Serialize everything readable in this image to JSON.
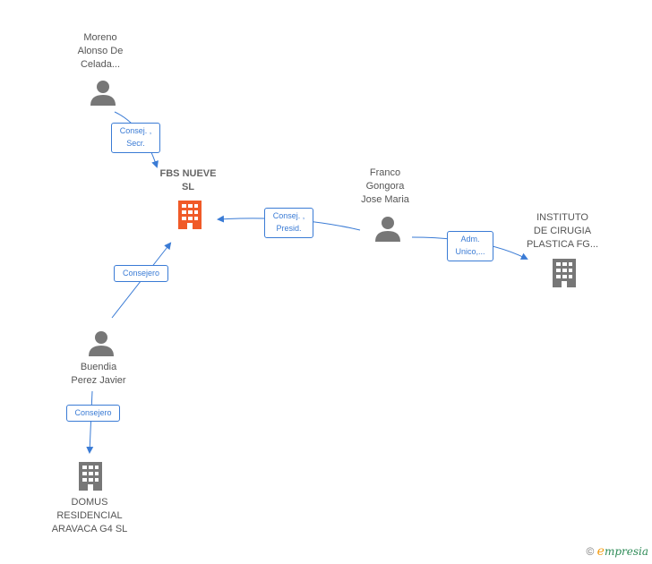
{
  "nodes": {
    "moreno": {
      "label": "Moreno\nAlonso De\nCelada..."
    },
    "fbs": {
      "label": "FBS NUEVE\nSL"
    },
    "franco": {
      "label": "Franco\nGongora\nJose Maria"
    },
    "instituto": {
      "label": "INSTITUTO\nDE CIRUGIA\nPLASTICA FG..."
    },
    "buendia": {
      "label": "Buendia\nPerez Javier"
    },
    "domus": {
      "label": "DOMUS\nRESIDENCIAL\nARAVACA G4  SL"
    }
  },
  "relations": {
    "moreno_fbs": "Consej. ,\nSecr.",
    "franco_fbs": "Consej. ,\nPresid.",
    "franco_instituto": "Adm.\nUnico,...",
    "buendia_fbs": "Consejero",
    "buendia_domus": "Consejero"
  },
  "colors": {
    "edge": "#3a7bd5",
    "person_icon": "#777777",
    "company_icon": "#777777",
    "focus_company_icon": "#f05a28"
  },
  "footer": {
    "copyright": "©",
    "brand_e": "e",
    "brand_rest": "mpresia"
  }
}
